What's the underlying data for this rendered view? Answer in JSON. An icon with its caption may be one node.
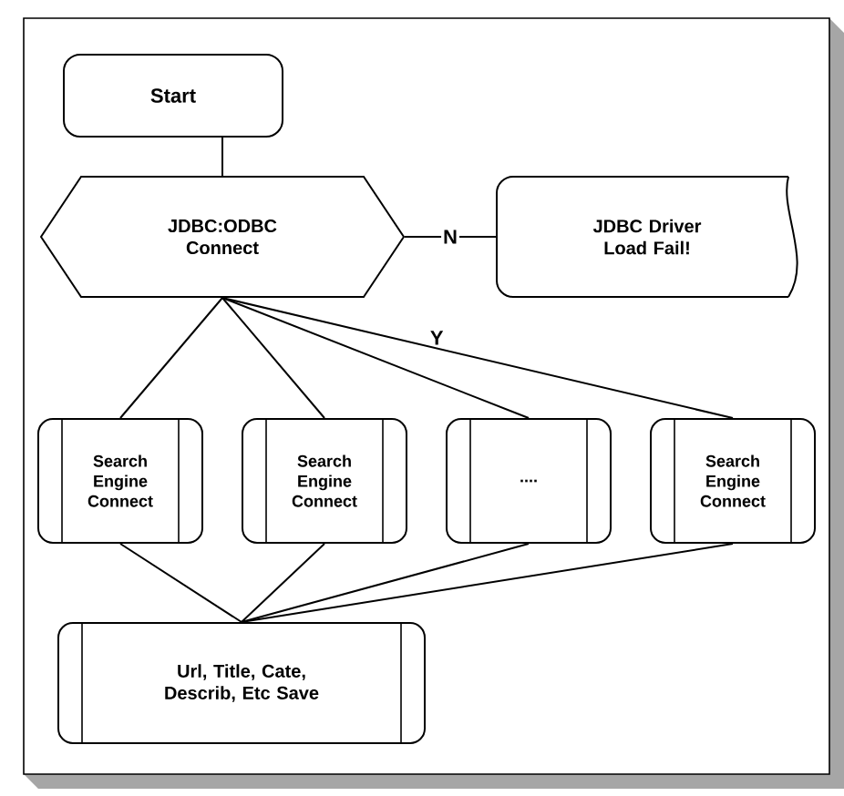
{
  "diagram": {
    "nodes": [
      {
        "text": [
          "Start"
        ]
      },
      {
        "text": [
          "JDBC:ODBC Connect"
        ]
      },
      {
        "text": [
          "JDBC Driver Load Fail!"
        ]
      },
      {
        "text": [
          "Search Engine Connect"
        ]
      },
      {
        "text": [
          "Search Engine Connect"
        ]
      },
      {
        "text": [
          "...."
        ]
      },
      {
        "text": [
          "Search Engine Connect"
        ]
      },
      {
        "text": [
          "Url, Title, Cate, Describ, Etc Save"
        ]
      }
    ],
    "edges": [
      {
        "from": 0,
        "to": 1,
        "arrow": "none"
      },
      {
        "from": 1,
        "to": 2,
        "arrow": "none",
        "label": "N"
      },
      {
        "from": 1,
        "to": 3,
        "arrow": "none"
      },
      {
        "from": 1,
        "to": 4,
        "arrow": "none"
      },
      {
        "from": 1,
        "to": 5,
        "arrow": "none"
      },
      {
        "from": 1,
        "to": 6,
        "arrow": "none",
        "label": "Y"
      },
      {
        "from": 3,
        "to": 7,
        "arrow": "none"
      },
      {
        "from": 4,
        "to": 7,
        "arrow": "none"
      },
      {
        "from": 5,
        "to": 7,
        "arrow": "none"
      },
      {
        "from": 6,
        "to": 7,
        "arrow": "none"
      }
    ]
  }
}
